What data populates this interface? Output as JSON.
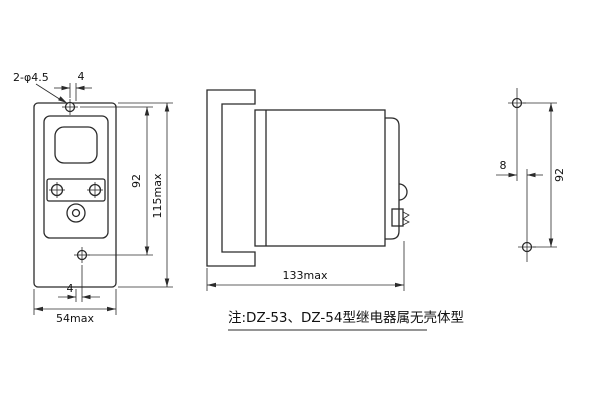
{
  "note": "注:DZ-53、DZ-54型继电器属无壳体型",
  "front_view": {
    "holes_label": "2-φ4.5",
    "top_offset": "4",
    "hole_spacing": "92",
    "height": "115max",
    "bottom_offset": "4",
    "width": "54max"
  },
  "side_view": {
    "length": "133max"
  },
  "drill_view": {
    "horizontal_offset": "8",
    "vertical_spacing": "92"
  },
  "colors": {
    "line": "#2b2b2b",
    "background": "#ffffff"
  }
}
